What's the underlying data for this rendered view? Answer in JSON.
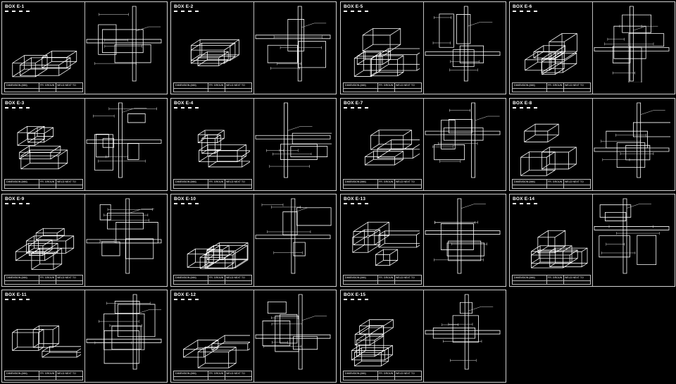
{
  "headers": {
    "dimension": "DIMENSION (MM)",
    "fr_ground": "FR. GROUND",
    "weld": "WELD NEXT TO"
  },
  "boxes": [
    {
      "title": "BOX E-1",
      "dimension": "",
      "fr_ground": "",
      "weld": ""
    },
    {
      "title": "BOX E-2",
      "dimension": "",
      "fr_ground": "",
      "weld": ""
    },
    {
      "title": "BOX E-5",
      "dimension": "",
      "fr_ground": "",
      "weld": ""
    },
    {
      "title": "BOX E-6",
      "dimension": "",
      "fr_ground": "",
      "weld": ""
    },
    {
      "title": "BOX E-3",
      "dimension": "",
      "fr_ground": "",
      "weld": ""
    },
    {
      "title": "BOX E-4",
      "dimension": "",
      "fr_ground": "",
      "weld": ""
    },
    {
      "title": "BOX E-7",
      "dimension": "",
      "fr_ground": "",
      "weld": ""
    },
    {
      "title": "BOX E-8",
      "dimension": "",
      "fr_ground": "",
      "weld": ""
    },
    {
      "title": "BOX E-9",
      "dimension": "",
      "fr_ground": "",
      "weld": ""
    },
    {
      "title": "BOX E-10",
      "dimension": "",
      "fr_ground": "",
      "weld": ""
    },
    {
      "title": "BOX E-13",
      "dimension": "",
      "fr_ground": "",
      "weld": ""
    },
    {
      "title": "BOX E-14",
      "dimension": "",
      "fr_ground": "",
      "weld": ""
    },
    {
      "title": "BOX E-11",
      "dimension": "",
      "fr_ground": "",
      "weld": ""
    },
    {
      "title": "BOX E-12",
      "dimension": "",
      "fr_ground": "",
      "weld": ""
    },
    {
      "title": "BOX E-15",
      "dimension": "",
      "fr_ground": "",
      "weld": ""
    }
  ]
}
